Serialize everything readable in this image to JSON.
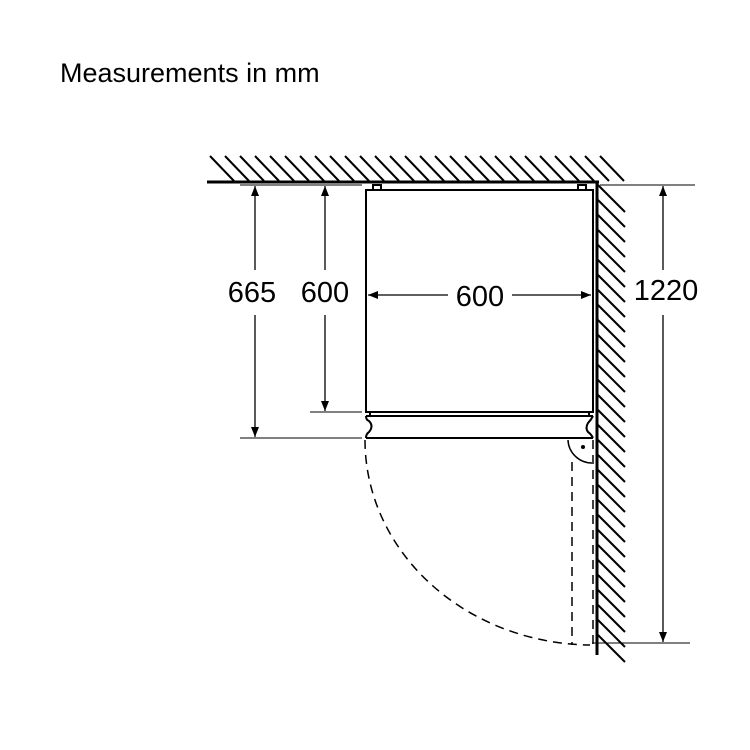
{
  "title": "Measurements in mm",
  "dimensions": {
    "total_depth_with_door": "665",
    "cabinet_depth": "600",
    "cabinet_width": "600",
    "door_open_clearance": "1220"
  }
}
